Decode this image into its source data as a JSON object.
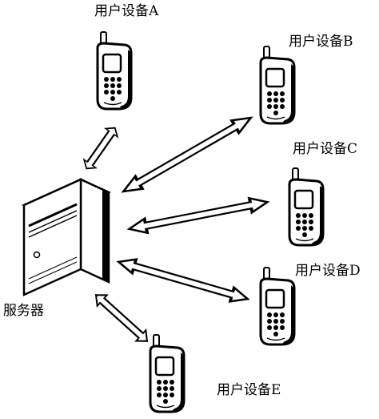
{
  "server": {
    "label": "服务器"
  },
  "devices": [
    {
      "label": "用户设备A"
    },
    {
      "label": "用户设备B"
    },
    {
      "label": "用户设备C"
    },
    {
      "label": "用户设备D"
    },
    {
      "label": "用户设备E"
    }
  ],
  "colors": {
    "stroke": "#000000",
    "fill": "#ffffff"
  },
  "icons": {
    "server": "server-tower-icon",
    "device": "mobile-phone-icon"
  }
}
